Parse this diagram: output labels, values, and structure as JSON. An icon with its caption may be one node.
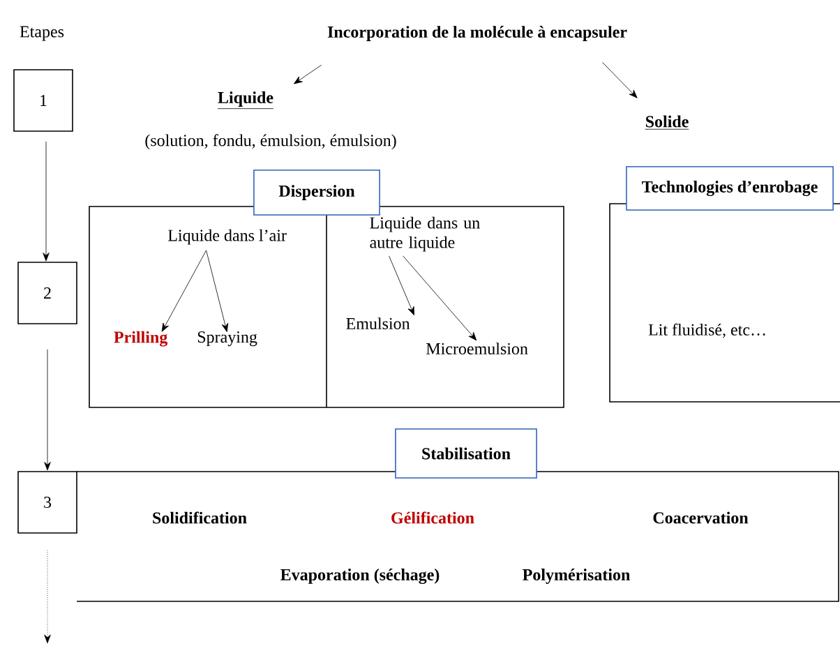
{
  "diagram": {
    "nodes": [
      {
        "text": [
          "Incorporation de la molécule à encapsuler"
        ]
      },
      {
        "text": [
          "Liquide"
        ],
        "beside": [
          "(solution, fondu, émulsion, émulsion)"
        ]
      },
      {
        "text": [
          "Solide"
        ]
      },
      {
        "text": [
          "1"
        ]
      },
      {
        "text": [
          "2"
        ]
      },
      {
        "text": [
          "3"
        ]
      },
      {
        "text": [
          "Dispersion"
        ]
      },
      {
        "text": [],
        "shape": "box"
      },
      {
        "text": [
          "Liquide dans l’air"
        ],
        "in": 7
      },
      {
        "text": [
          "Prilling"
        ],
        "in": 7
      },
      {
        "text": [
          "Spraying"
        ],
        "in": 7
      },
      {
        "text": [
          "Liquide dans un autre liquide"
        ],
        "in": 7
      },
      {
        "text": [
          "Emulsion"
        ],
        "in": 7
      },
      {
        "text": [
          "Microemulsion"
        ],
        "in": 7
      },
      {
        "text": [
          "Technologies d’enrobage"
        ]
      },
      {
        "text": [
          "Lit fluidisé, etc…"
        ]
      },
      {
        "text": [
          "Stabilisation"
        ]
      },
      {
        "text": [
          "Solidification",
          "Gélification",
          "Coacervation",
          "Evaporation (séchage)",
          "Polymérisation"
        ]
      }
    ],
    "edges": [
      {
        "from": 0,
        "to": 1,
        "arrow": "to"
      },
      {
        "from": 0,
        "to": 2,
        "arrow": "to"
      },
      {
        "from": 3,
        "to": 4,
        "arrow": "to"
      },
      {
        "from": 4,
        "to": 5,
        "arrow": "to"
      },
      {
        "from": 5,
        "to": null,
        "arrow": "to",
        "style": "dashed"
      },
      {
        "from": 8,
        "to": 9,
        "arrow": "to"
      },
      {
        "from": 8,
        "to": 10,
        "arrow": "to"
      },
      {
        "from": 11,
        "to": 12,
        "arrow": "to"
      },
      {
        "from": 11,
        "to": 13,
        "arrow": "to"
      }
    ],
    "labels": [
      "Etapes"
    ]
  }
}
